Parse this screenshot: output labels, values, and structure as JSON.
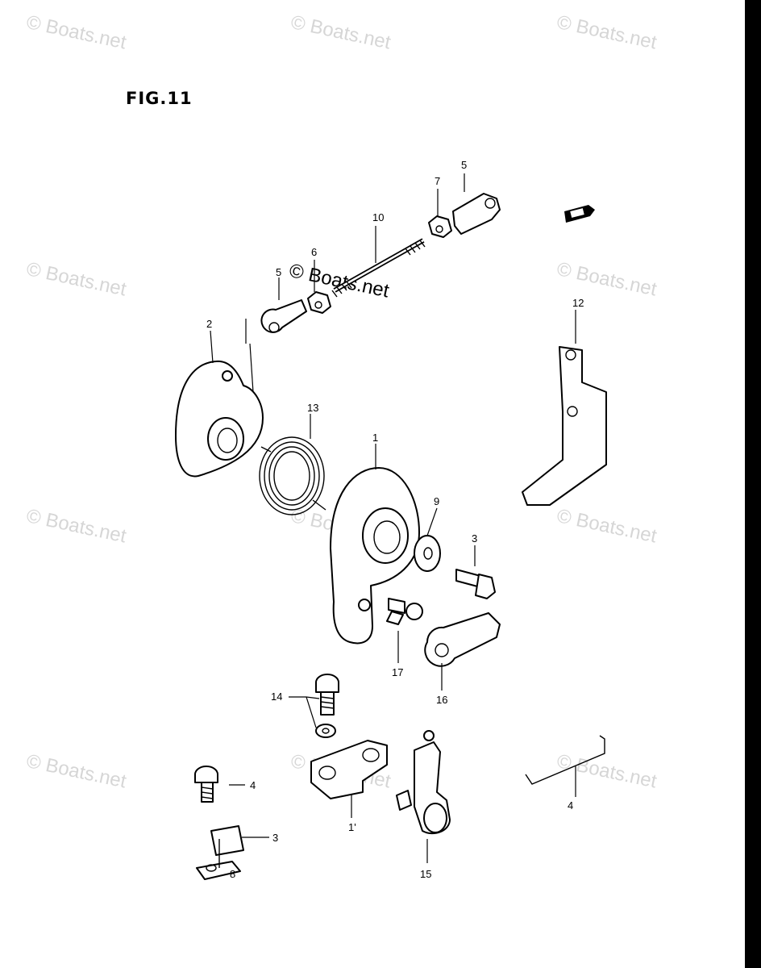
{
  "figure": {
    "title": "FIG.11"
  },
  "watermark": {
    "text": "© Boats.net"
  },
  "callouts": [
    {
      "id": "c-1",
      "label": "1"
    },
    {
      "id": "c-1b",
      "label": "1'"
    },
    {
      "id": "c-2",
      "label": "2"
    },
    {
      "id": "c-3a",
      "label": "3"
    },
    {
      "id": "c-3b",
      "label": "3"
    },
    {
      "id": "c-4a",
      "label": "4"
    },
    {
      "id": "c-4b",
      "label": "4"
    },
    {
      "id": "c-5a",
      "label": "5"
    },
    {
      "id": "c-5b",
      "label": "5"
    },
    {
      "id": "c-6",
      "label": "6"
    },
    {
      "id": "c-7",
      "label": "7"
    },
    {
      "id": "c-8",
      "label": "8"
    },
    {
      "id": "c-9",
      "label": "9"
    },
    {
      "id": "c-10",
      "label": "10"
    },
    {
      "id": "c-12",
      "label": "12"
    },
    {
      "id": "c-13",
      "label": "13"
    },
    {
      "id": "c-14",
      "label": "14"
    },
    {
      "id": "c-15",
      "label": "15"
    },
    {
      "id": "c-16",
      "label": "16"
    },
    {
      "id": "c-17",
      "label": "17"
    }
  ]
}
